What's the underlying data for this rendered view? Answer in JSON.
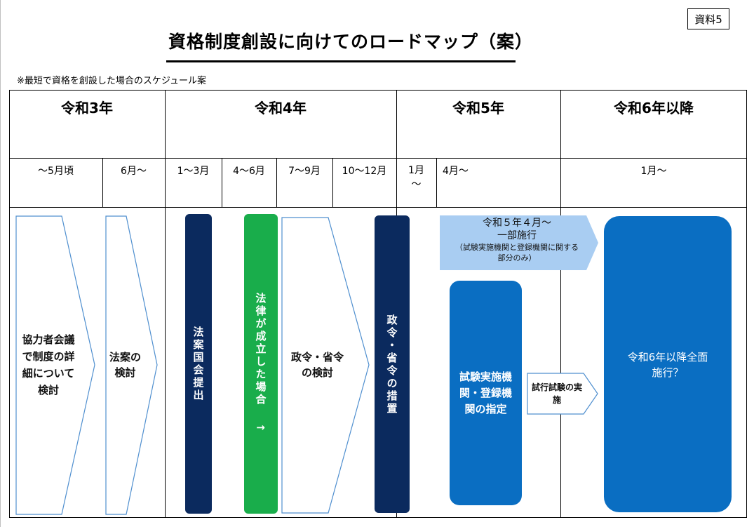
{
  "header": {
    "doc_tag": "資料5",
    "title": "資格制度創設に向けてのロードマップ（案）",
    "note": "※最短で資格を創設した場合のスケジュール案"
  },
  "years": [
    {
      "label": "令和3年"
    },
    {
      "label": "令和4年"
    },
    {
      "label": "令和5年"
    },
    {
      "label": "令和6年以降"
    }
  ],
  "months": [
    {
      "label": "〜5月頃"
    },
    {
      "label": "6月〜"
    },
    {
      "label": "1〜3月"
    },
    {
      "label": "4〜6月"
    },
    {
      "label": "7〜9月"
    },
    {
      "label": "10〜12月"
    },
    {
      "label": "1月\n〜"
    },
    {
      "label": "4月〜"
    },
    {
      "label": "1月〜"
    }
  ],
  "steps": {
    "kyoryokusha": "協力者会議で制度の詳細について検討",
    "houan_kento": "法案の検討",
    "houan_teishutsu": "法案国会提出",
    "houritsu_seiritsu": "法律が成立した場合 →",
    "seirei_kento": "政令・省令の検討",
    "seirei_sochi": "政令・省令の措置",
    "ichibu_shiko_title": "令和５年４月〜",
    "ichibu_shiko_sub": "一部施行",
    "ichibu_shiko_note": "（試験実施機関と登録機関に関する部分のみ）",
    "shiken_kikan": "試験実施機関・登録機関の指定",
    "shikou_shiken": "試行試験の実施",
    "zenmen_shiko": "令和6年以降全面施行？"
  },
  "colors": {
    "navy": "#0b2a5e",
    "green": "#19ad4b",
    "blue": "#0a6ec2",
    "light_blue": "#a9cdf2",
    "outline": "#4f8fcf"
  }
}
